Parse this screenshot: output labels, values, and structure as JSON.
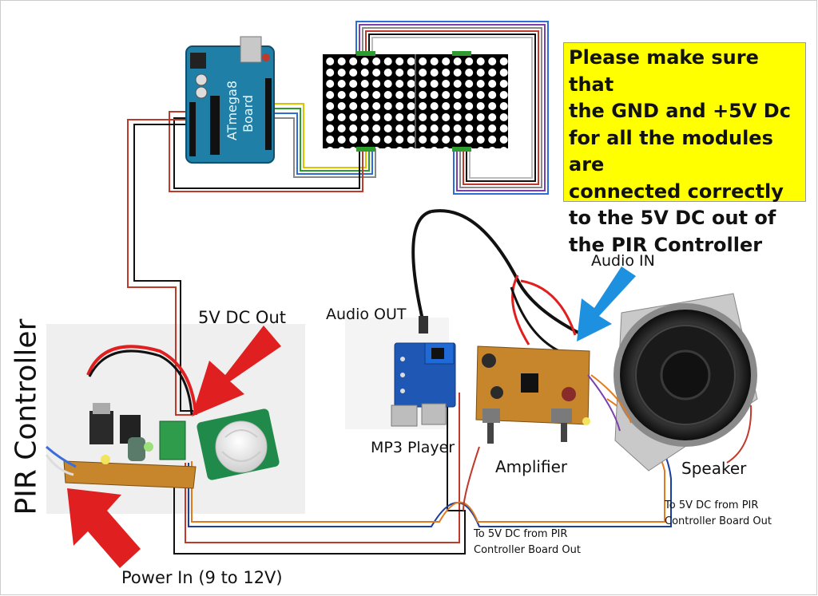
{
  "note": {
    "lines": [
      "Please make sure that",
      "the GND and +5V Dc",
      "for all the modules are",
      "connected correctly",
      "to the 5V DC out of",
      "the PIR Controller"
    ],
    "color": "#ffff00"
  },
  "labels": {
    "pir_controller": "PIR Controller",
    "dc_out": "5V DC Out",
    "power_in": "Power In (9 to 12V)",
    "audio_out": "Audio OUT",
    "audio_in": "Audio IN",
    "mp3_player": "MP3 Player",
    "amplifier": "Amplifier",
    "speaker": "Speaker",
    "to_5v_left": "To 5V DC from PIR Controller Board Out",
    "to_5v_right": "To 5V DC from PIR Controller Board Out"
  },
  "board": {
    "name": "ATmega8 Board"
  },
  "colors": {
    "arrow_red": "#e02020",
    "arrow_blue": "#1e90e0",
    "arduino": "#1f7fa6",
    "pcb": "#c8862c",
    "wire_red": "#c0392b",
    "wire_black": "#111111",
    "wire_blue": "#1b3fa0",
    "wire_orange": "#e07b1f"
  }
}
